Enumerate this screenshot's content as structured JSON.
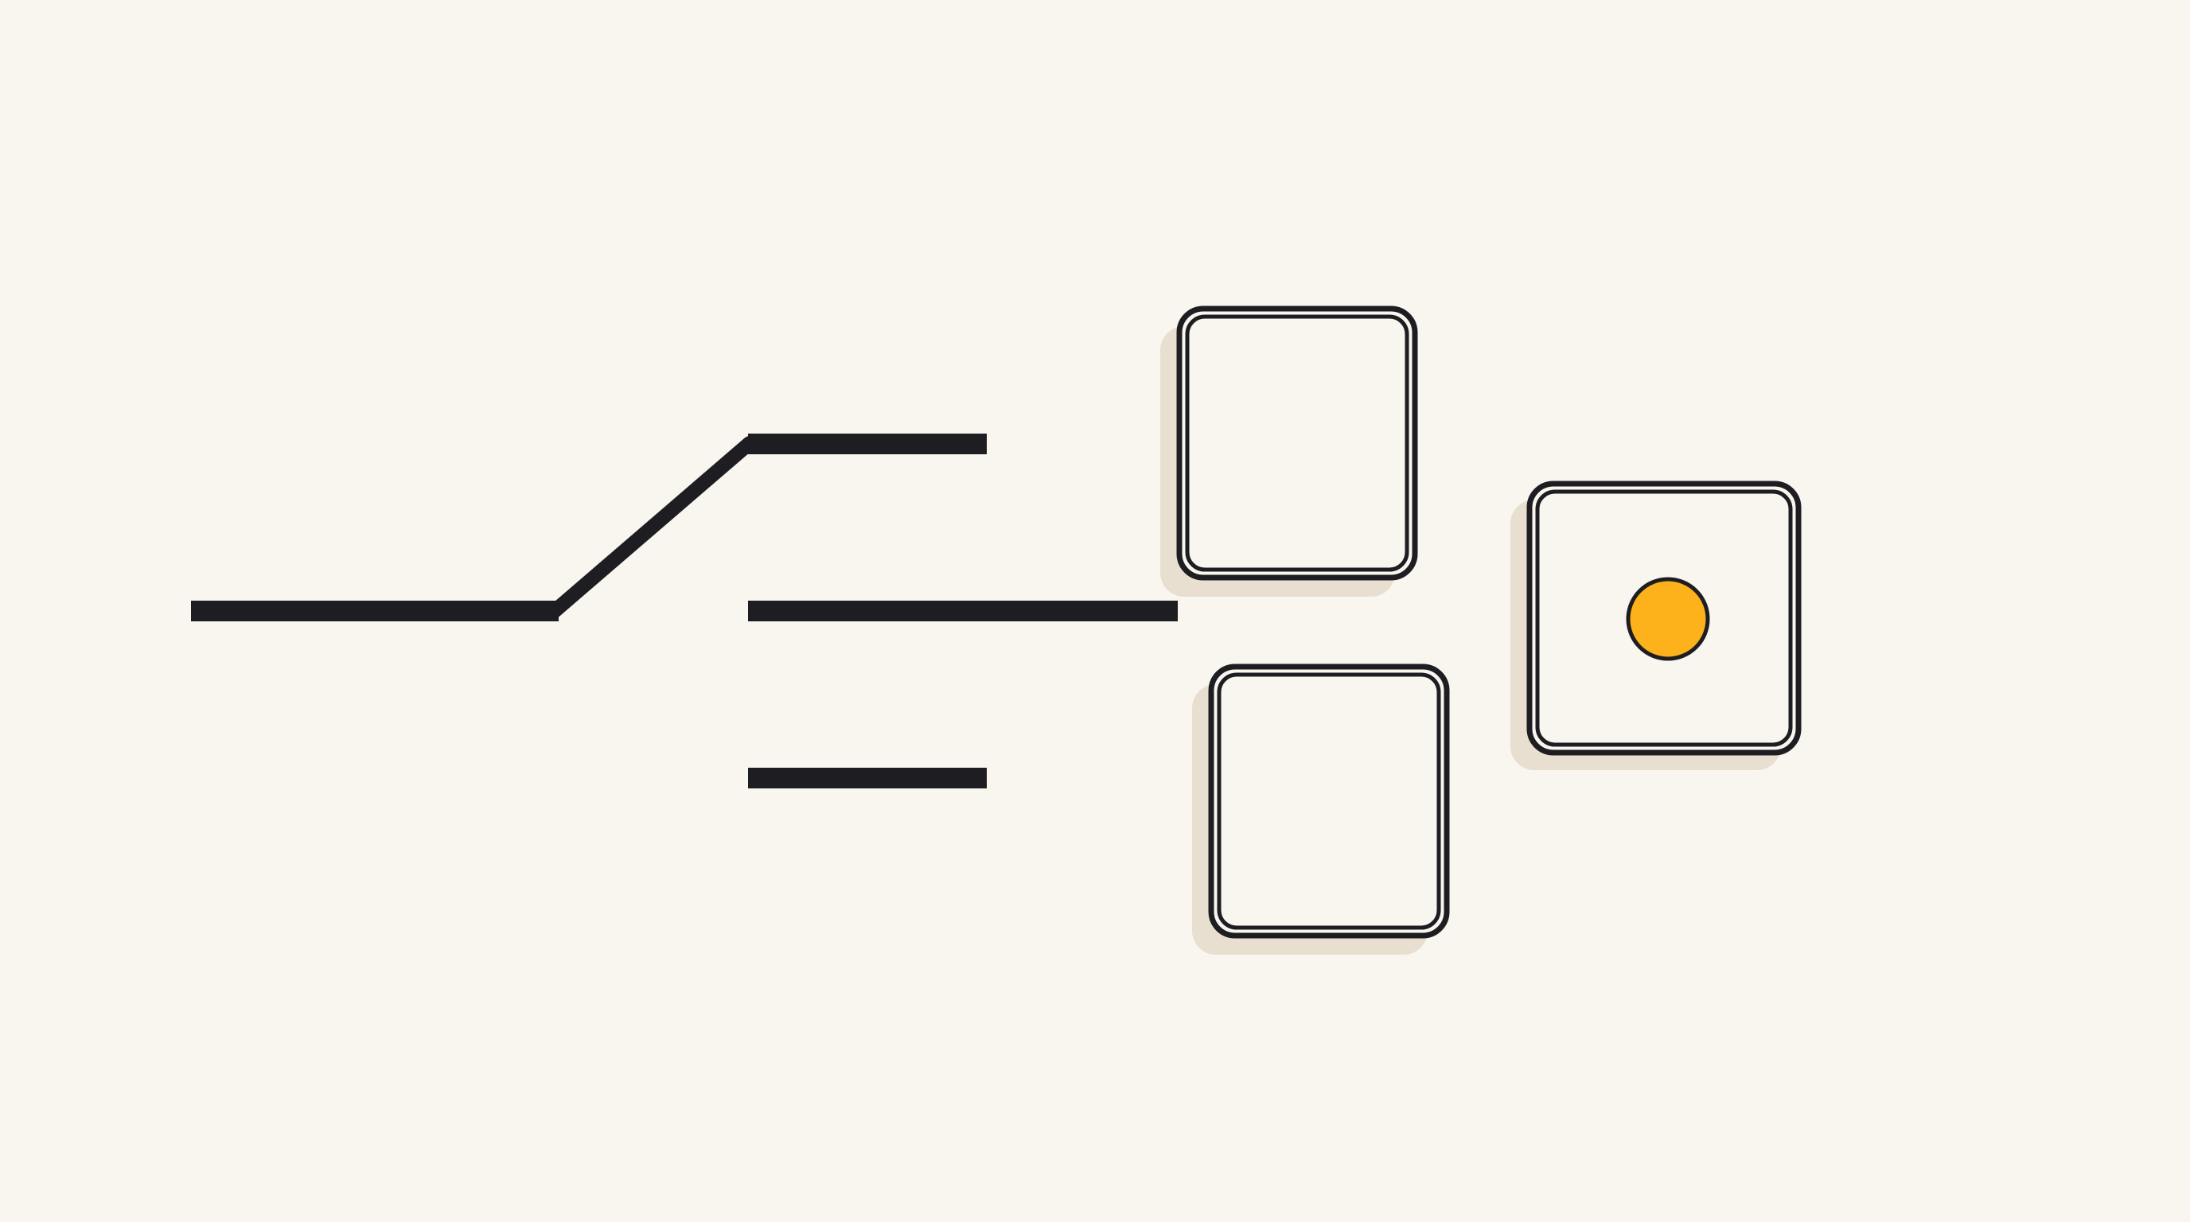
{
  "diagram": {
    "kind": "selector-routing",
    "colors": {
      "background": "#f9f6f0",
      "stroke": "#1e1d22",
      "box_fill": "#f9f6f0",
      "box_shadow": "#e8dfd0",
      "active_indicator": "#fdb11a"
    },
    "switch": {
      "selected_branch": "middle",
      "branches": [
        "top",
        "middle",
        "bottom"
      ]
    },
    "boxes": [
      {
        "id": "box-top",
        "active": false
      },
      {
        "id": "box-bottom",
        "active": false
      },
      {
        "id": "box-right",
        "active": true
      }
    ],
    "indicator": {
      "shape": "circle",
      "location": "box-right",
      "color": "#fdb11a"
    }
  }
}
